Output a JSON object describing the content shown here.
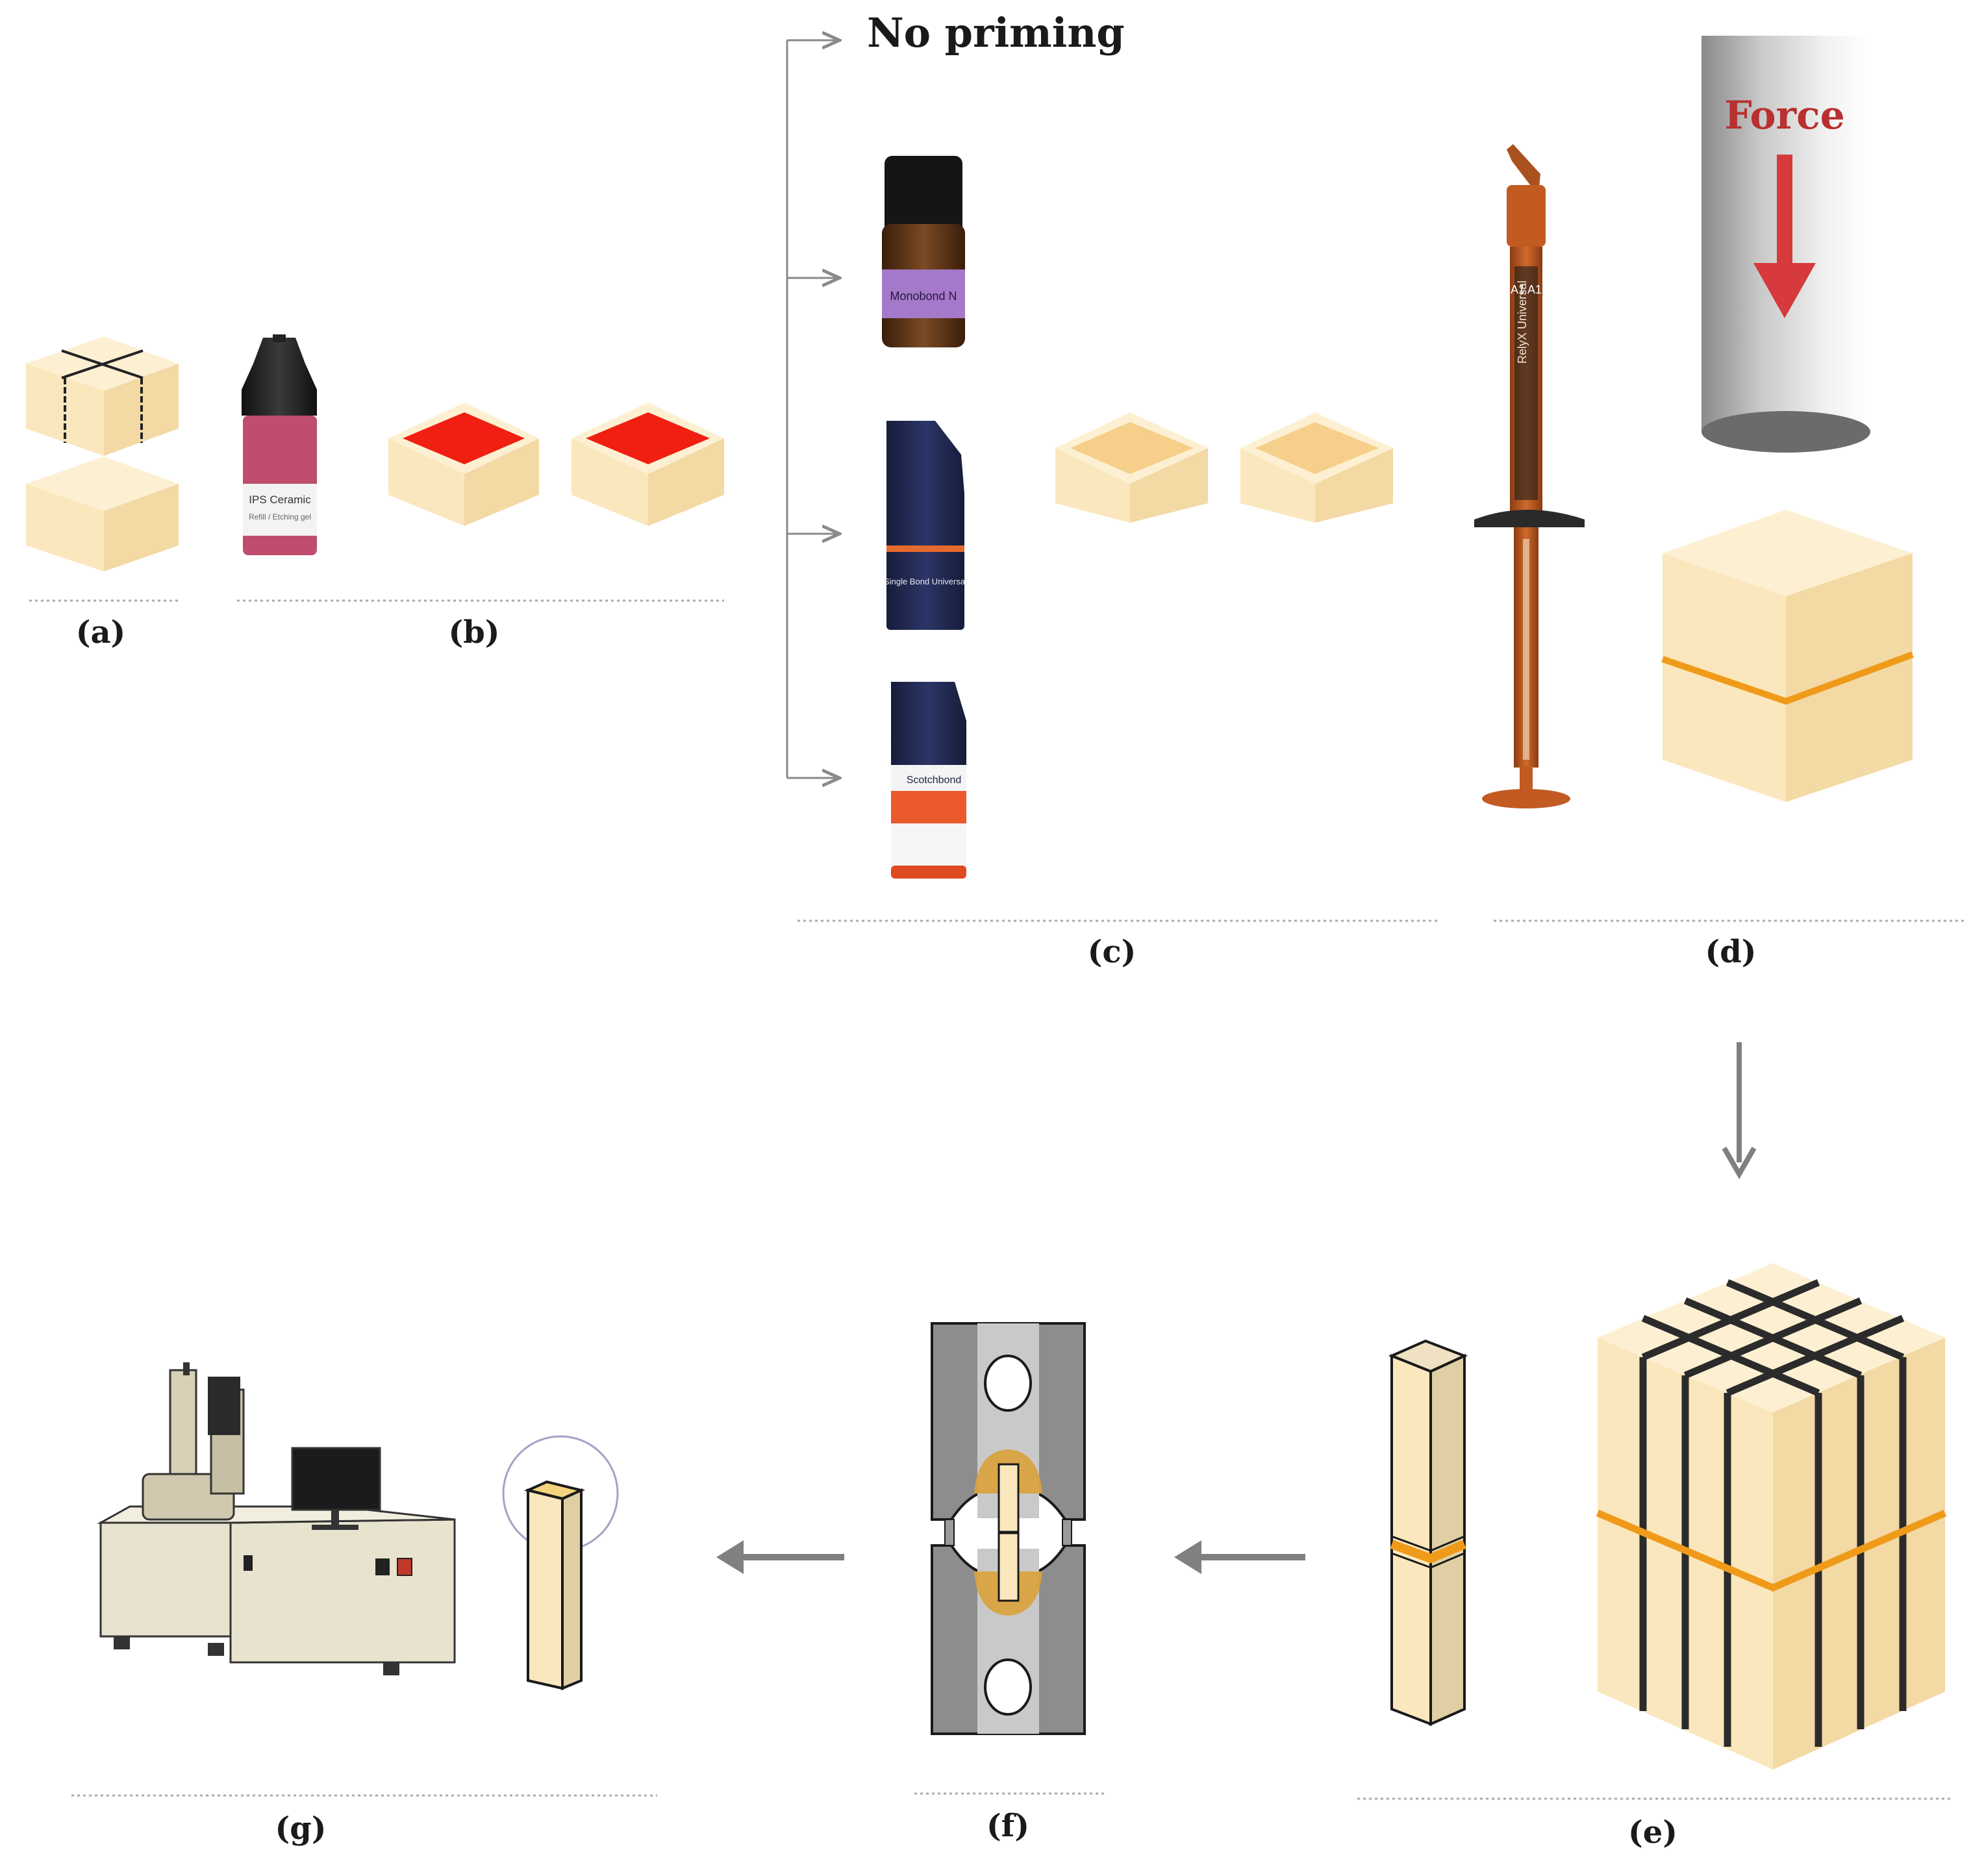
{
  "colors": {
    "block": "#fbe7bd",
    "block_top": "#fdf0d2",
    "block_right": "#f3d9a4",
    "etched": "#f01f12",
    "primed": "#f6cf8a",
    "cement": "#f09a1a",
    "force_arrow": "#d63a3c",
    "force_text": "#b8302f",
    "flow_arrow": "#808080",
    "steel": "#8d8d8d",
    "steel_light": "#c9c9c9",
    "grip_glue": "#d9a23b"
  },
  "priming": {
    "no_priming": "No priming"
  },
  "bottles": {
    "etch_label": "IPS Ceramic",
    "etch_sublabel": "Refill / Etching gel",
    "monobond_label": "Monobond N",
    "singlebond_label": "Single Bond Universal",
    "scotchbond_label": "Scotchbond",
    "syringe_label": "RelyX Universal",
    "syringe_shade": "A1  A1"
  },
  "force": {
    "label": "Force"
  },
  "steps": {
    "a": "(a)",
    "b": "(b)",
    "c": "(c)",
    "d": "(d)",
    "e": "(e)",
    "f": "(f)",
    "g": "(g)"
  },
  "icons": {
    "flow": "arrow-icon",
    "machine": "sem-microscope-icon"
  }
}
